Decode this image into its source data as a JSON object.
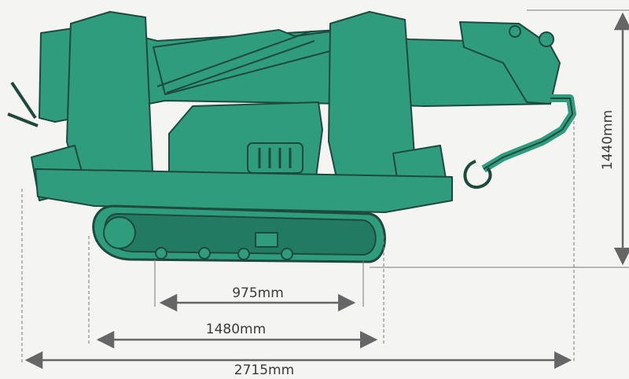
{
  "colors": {
    "body": "#2f9c7e",
    "body_dark": "#237a62",
    "outline": "#1e4a3e",
    "dimension_line": "#666666",
    "background": "#f4f4f2"
  },
  "dimensions": {
    "height_label": "1440mm",
    "track_inner_label": "975mm",
    "track_length_label": "1480mm",
    "overall_length_label": "2715mm"
  }
}
